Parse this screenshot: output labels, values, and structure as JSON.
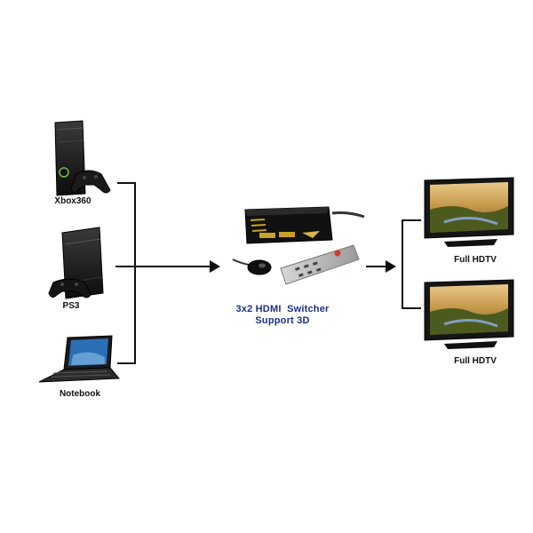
{
  "sources": {
    "xbox": "Xbox360",
    "ps3": "PS3",
    "notebook": "Notebook"
  },
  "switcher": {
    "line1": "3x2 HDMI  Switcher",
    "line2": "Support 3D"
  },
  "displays": {
    "top": "Full HDTV",
    "bottom": "Full HDTV"
  },
  "colors": {
    "connector": "#111111",
    "switcher_label": "#1f2f8a",
    "device_body": "#1a1a1a",
    "accent_gold": "#c9a227"
  }
}
